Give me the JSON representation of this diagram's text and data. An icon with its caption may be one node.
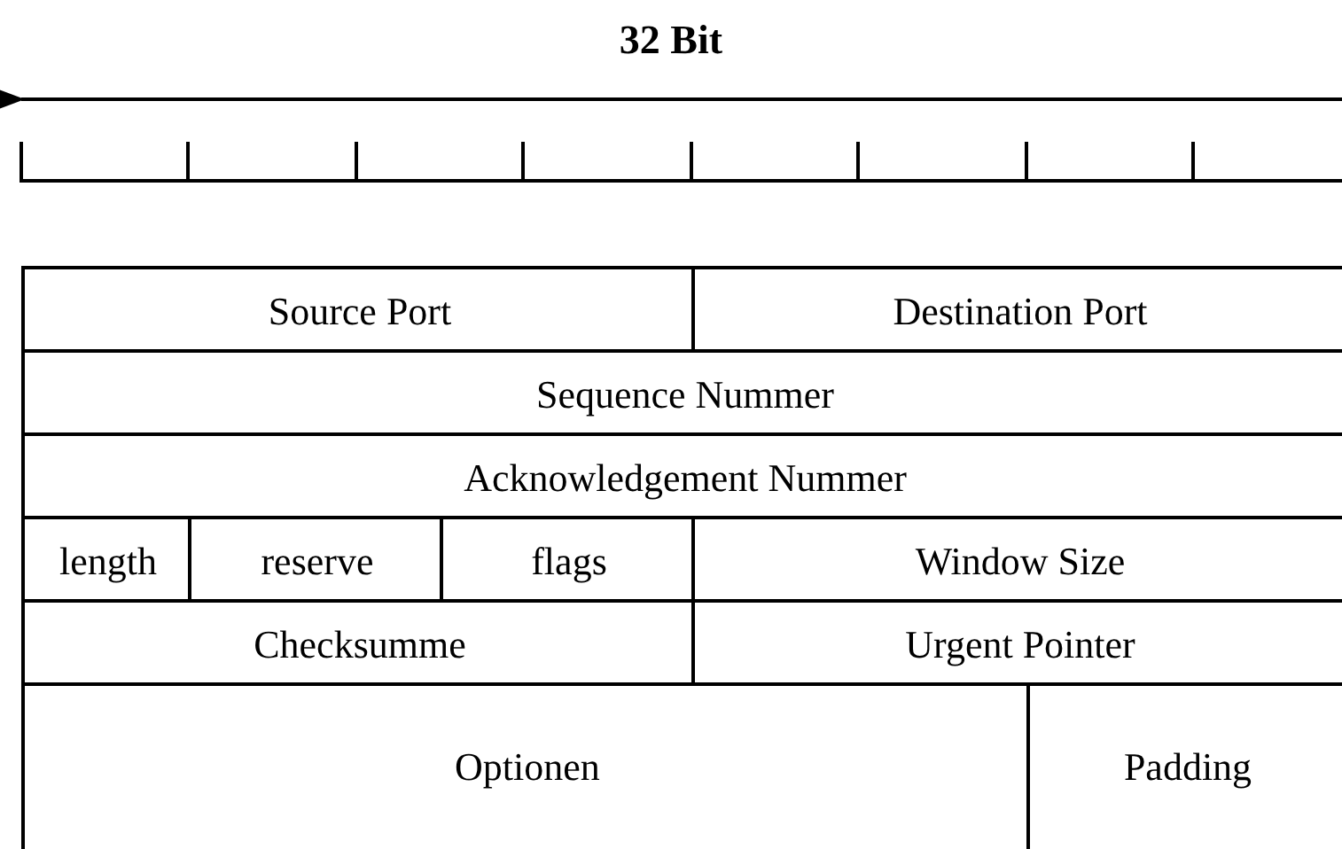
{
  "diagram": {
    "title": "32 Bit",
    "labels": [
      "Source Port",
      "Destination Port",
      "Sequence Nummer",
      "Acknowledgement Nummer",
      "length",
      "reserve",
      "flags",
      "Window Size",
      "Checksumme",
      "Urgent Pointer",
      "Optionen",
      "Padding"
    ]
  }
}
